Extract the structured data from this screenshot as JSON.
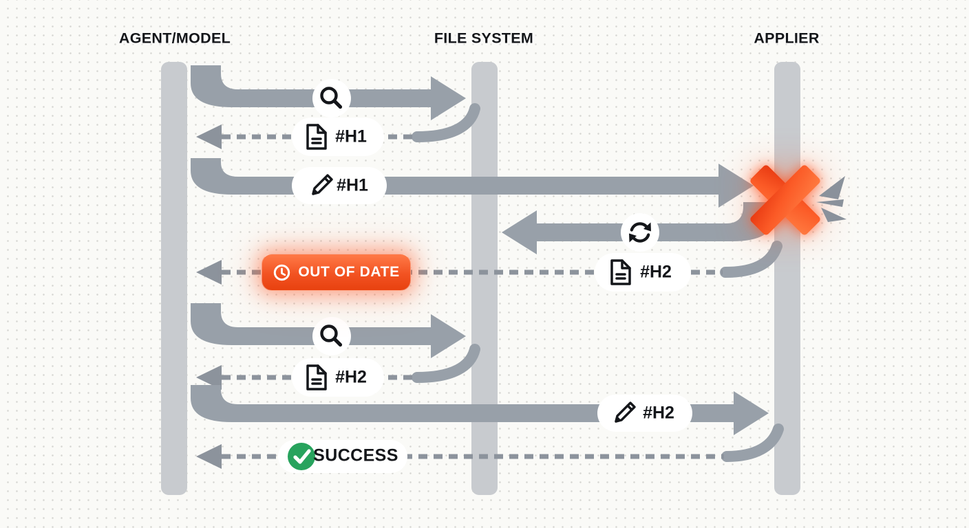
{
  "header": {
    "agent": "AGENT/MODEL",
    "filesystem": "FILE SYSTEM",
    "applier": "APPLIER"
  },
  "messages": {
    "search_1": {
      "icon": "magnifier",
      "label": ""
    },
    "read_h1_response": {
      "icon": "file-lines",
      "label": "#H1"
    },
    "edit_h1": {
      "icon": "pencil",
      "label": "#H1"
    },
    "edit_h1_result": {
      "icon": "x-mark",
      "label": ""
    },
    "reread_file": {
      "icon": "sync-arrows",
      "label": ""
    },
    "stale_response": {
      "icon": "file-lines",
      "label": "#H2"
    },
    "out_of_date": {
      "icon": "clock",
      "label": "OUT OF DATE"
    },
    "search_2": {
      "icon": "magnifier",
      "label": ""
    },
    "read_h2_response": {
      "icon": "file-lines",
      "label": "#H2"
    },
    "edit_h2": {
      "icon": "pencil",
      "label": "#H2"
    },
    "success": {
      "icon": "checkmark",
      "label": "SUCCESS"
    }
  },
  "colors": {
    "bg": "#FAFAF7",
    "dot": "#D7D7D3",
    "ink": "#14161A",
    "arrow": "#98A0A9",
    "lifeline": "#C8CBCF",
    "dash": "#8C939C",
    "spark": "#8A919B",
    "red": "#F4511E",
    "red-deep": "#E83A12",
    "red-mid": "#FB5A26",
    "red-light": "#FF7A40",
    "green": "#27A35D",
    "white": "#FFFFFF"
  }
}
